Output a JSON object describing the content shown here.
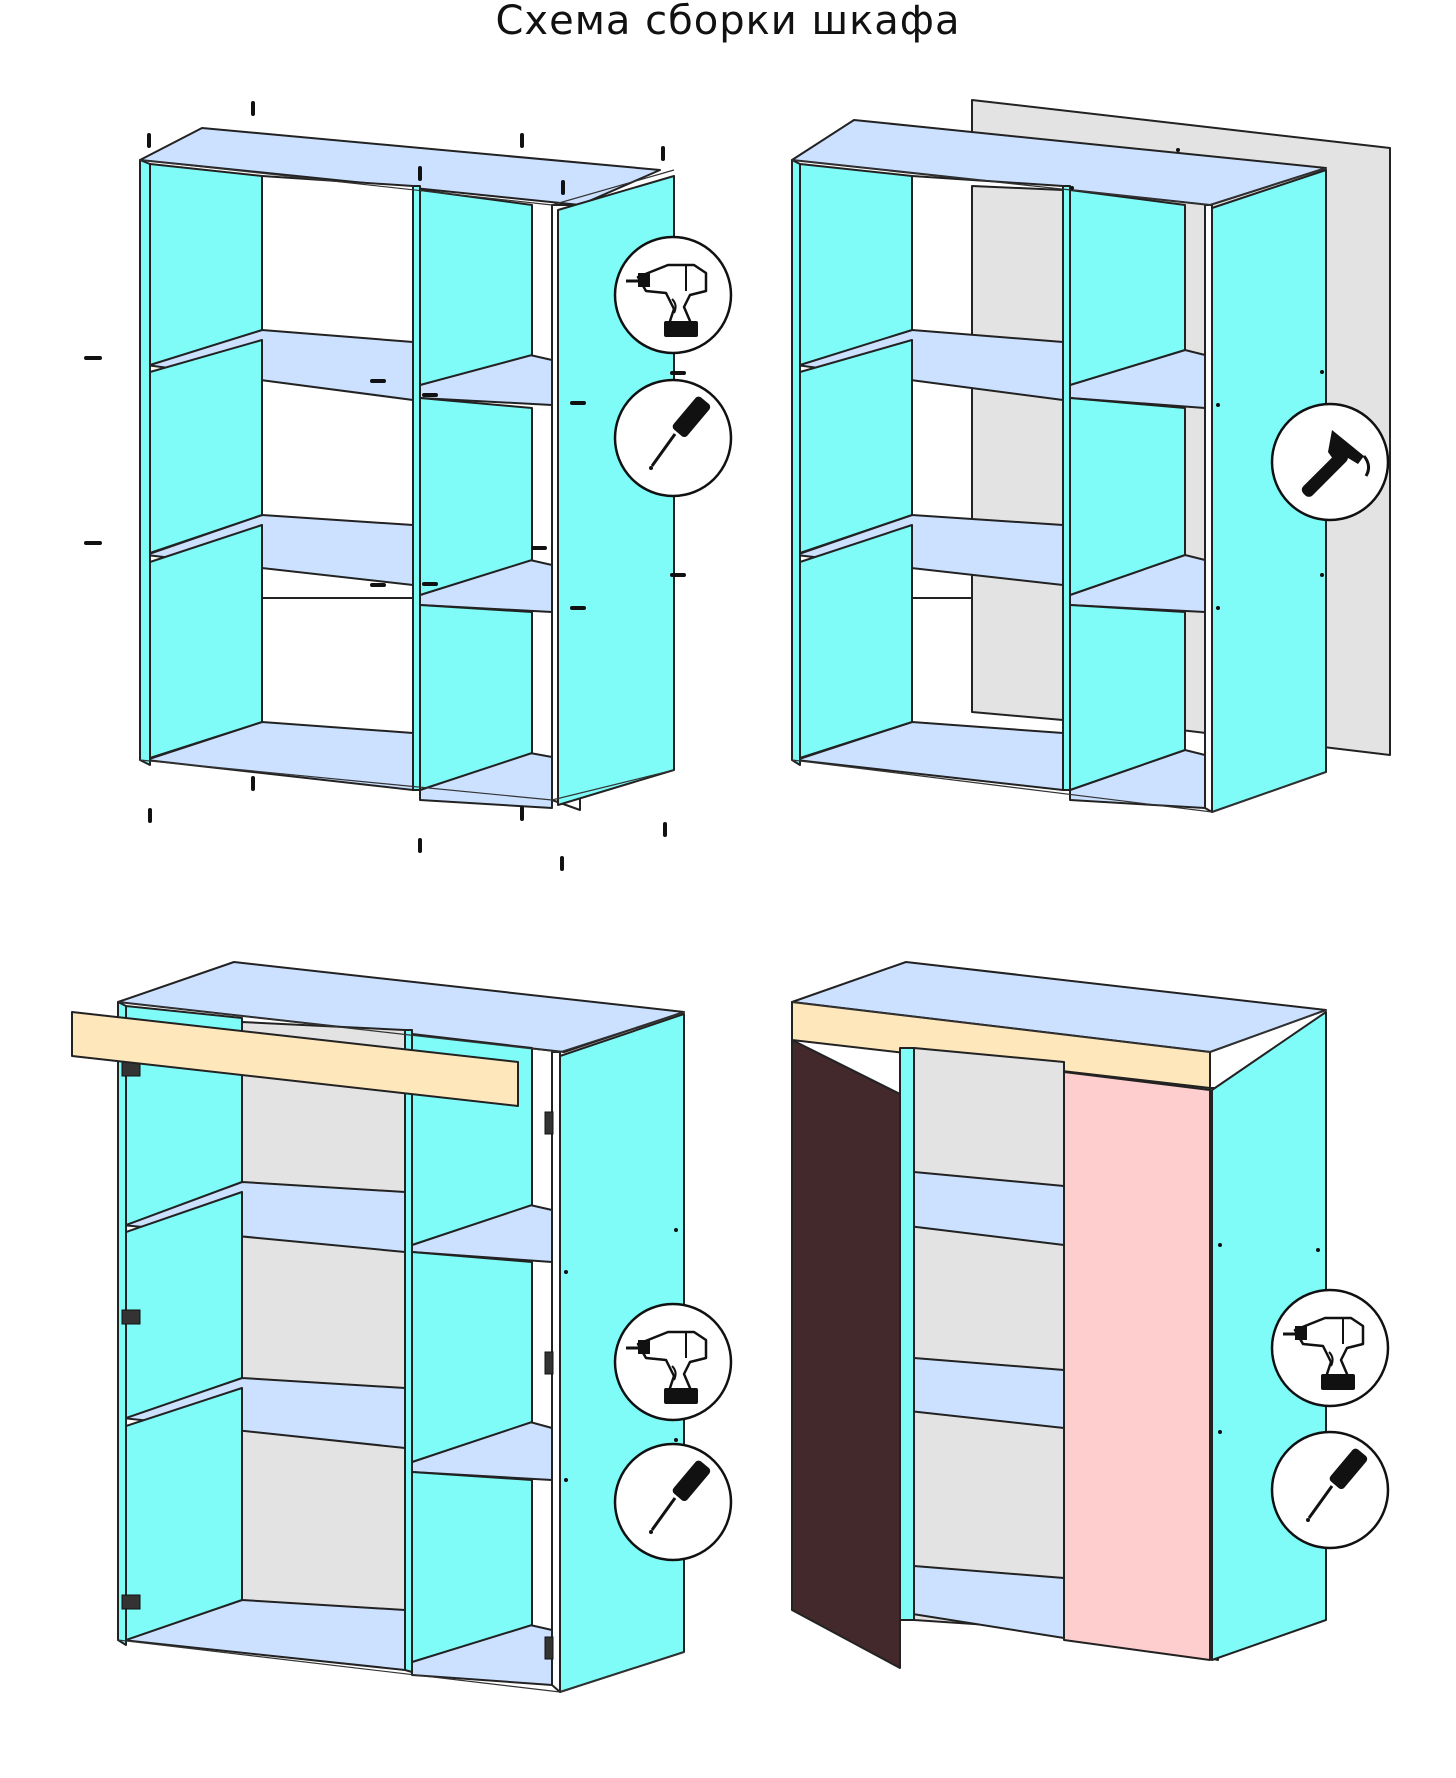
{
  "title": "Схема сборки шкафа",
  "colors": {
    "panel_side": "#7ffcf8",
    "panel_shelf": "#cce1ff",
    "back_panel": "#e3e3e3",
    "plinth": "#fde7bb",
    "door_dark": "#43292b",
    "door_pink": "#fecdcd",
    "outline": "#222222"
  },
  "steps": [
    {
      "id": "step-1",
      "tools": [
        "drill-icon",
        "screwdriver-icon"
      ]
    },
    {
      "id": "step-2",
      "tools": [
        "hammer-icon"
      ]
    },
    {
      "id": "step-3",
      "tools": [
        "drill-icon",
        "screwdriver-icon"
      ]
    },
    {
      "id": "step-4",
      "tools": [
        "drill-icon",
        "screwdriver-icon"
      ]
    }
  ]
}
